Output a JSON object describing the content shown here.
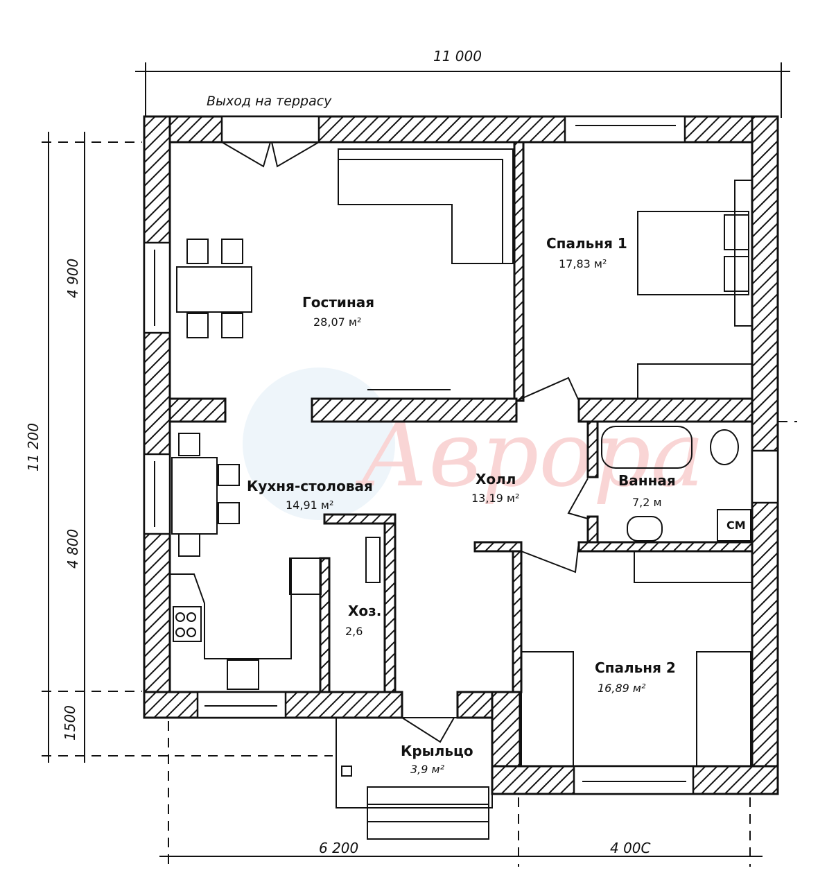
{
  "title_note": "Выход на террасу",
  "dimensions": {
    "top_total": "11 000",
    "left_total": "11 200",
    "left_upper": "4 900",
    "left_middle": "4 800",
    "left_lower": "1500",
    "bottom_left": "6 200",
    "bottom_right": "4 00С"
  },
  "rooms": [
    {
      "name": "Гостиная",
      "area": "28,07 м²"
    },
    {
      "name": "Спальня 1",
      "area": "17,83 м²"
    },
    {
      "name": "Кухня-столовая",
      "area": "14,91 м²"
    },
    {
      "name": "Холл",
      "area": "13,19 м²"
    },
    {
      "name": "Ванная",
      "area": "7,2 м"
    },
    {
      "name": "Хоз.",
      "area": "2,6"
    },
    {
      "name": "Спальня 2",
      "area": "16,89 м²"
    },
    {
      "name": "Крыльцо",
      "area": "3,9 м²"
    }
  ],
  "appliance_label": "СМ",
  "watermark": "Аврора",
  "colors": {
    "line": "#111111",
    "watermark": "#f2b8b8"
  }
}
